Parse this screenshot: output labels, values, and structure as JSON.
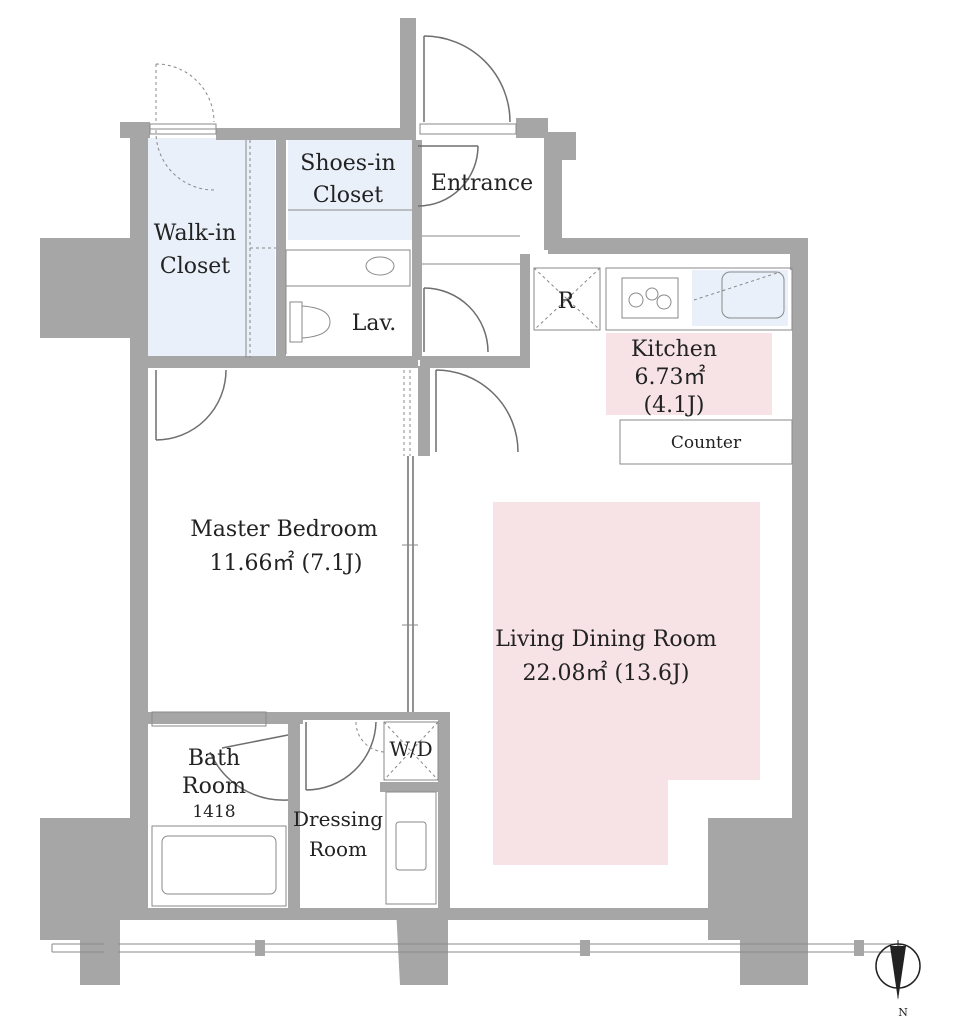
{
  "rooms": {
    "walk_in_closet": {
      "line1": "Walk-in",
      "line2": "Closet"
    },
    "shoes_in_closet": {
      "line1": "Shoes-in",
      "line2": "Closet"
    },
    "entrance": {
      "label": "Entrance"
    },
    "lavatory": {
      "label": "Lav."
    },
    "refrigerator": {
      "label": "R"
    },
    "kitchen": {
      "name": "Kitchen",
      "area": "6.73㎡",
      "jo": "(4.1J)"
    },
    "counter": {
      "label": "Counter"
    },
    "master_bedroom": {
      "name": "Master Bedroom",
      "area": "11.66㎡ (7.1J)"
    },
    "living_dining": {
      "name": "Living Dining Room",
      "area": "22.08㎡ (13.6J)"
    },
    "washer_dryer": {
      "label": "W/D"
    },
    "bath_room": {
      "line1": "Bath",
      "line2": "Room",
      "size": "1418"
    },
    "dressing_room": {
      "line1": "Dressing",
      "line2": "Room"
    }
  },
  "compass": {
    "label": "N"
  },
  "colors": {
    "wall": "#a6a6a6",
    "closet_fill": "#e9f0f9",
    "kitchen_fill": "#f7e3e6",
    "living_fill": "#f7e3e6"
  }
}
